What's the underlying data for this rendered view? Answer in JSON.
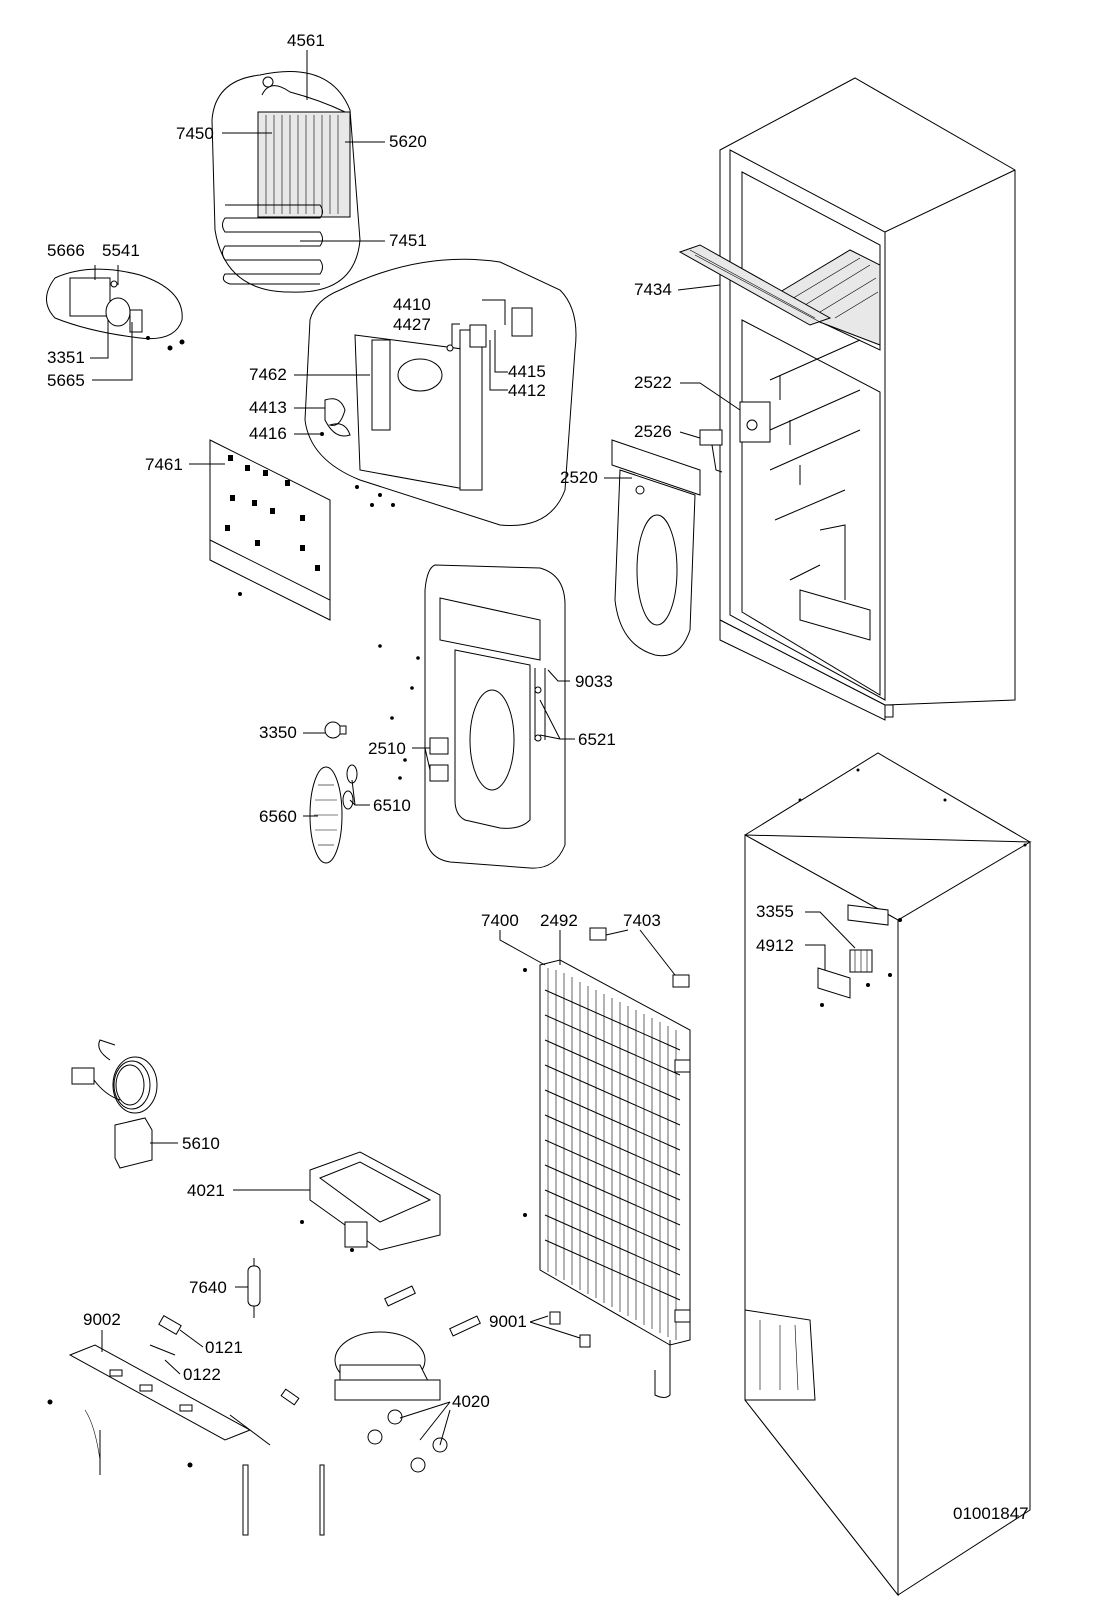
{
  "drawing_ref": "01001847",
  "labels": [
    {
      "id": "4561",
      "text": "4561"
    },
    {
      "id": "7450",
      "text": "7450"
    },
    {
      "id": "5620",
      "text": "5620"
    },
    {
      "id": "7451",
      "text": "7451"
    },
    {
      "id": "5666",
      "text": "5666"
    },
    {
      "id": "5541",
      "text": "5541"
    },
    {
      "id": "3351",
      "text": "3351"
    },
    {
      "id": "5665",
      "text": "5665"
    },
    {
      "id": "4410",
      "text": "4410"
    },
    {
      "id": "4427",
      "text": "4427"
    },
    {
      "id": "4415",
      "text": "4415"
    },
    {
      "id": "4412",
      "text": "4412"
    },
    {
      "id": "7462",
      "text": "7462"
    },
    {
      "id": "4413",
      "text": "4413"
    },
    {
      "id": "4416",
      "text": "4416"
    },
    {
      "id": "7461",
      "text": "7461"
    },
    {
      "id": "7434",
      "text": "7434"
    },
    {
      "id": "2522",
      "text": "2522"
    },
    {
      "id": "2526",
      "text": "2526"
    },
    {
      "id": "2520",
      "text": "2520"
    },
    {
      "id": "9033",
      "text": "9033"
    },
    {
      "id": "6521",
      "text": "6521"
    },
    {
      "id": "3350",
      "text": "3350"
    },
    {
      "id": "2510",
      "text": "2510"
    },
    {
      "id": "6510",
      "text": "6510"
    },
    {
      "id": "6560",
      "text": "6560"
    },
    {
      "id": "7400",
      "text": "7400"
    },
    {
      "id": "2492",
      "text": "2492"
    },
    {
      "id": "7403",
      "text": "7403"
    },
    {
      "id": "3355",
      "text": "3355"
    },
    {
      "id": "4912",
      "text": "4912"
    },
    {
      "id": "5610",
      "text": "5610"
    },
    {
      "id": "4021",
      "text": "4021"
    },
    {
      "id": "7640",
      "text": "7640"
    },
    {
      "id": "9002",
      "text": "9002"
    },
    {
      "id": "0121",
      "text": "0121"
    },
    {
      "id": "0122",
      "text": "0122"
    },
    {
      "id": "9001",
      "text": "9001"
    },
    {
      "id": "4020",
      "text": "4020"
    }
  ]
}
